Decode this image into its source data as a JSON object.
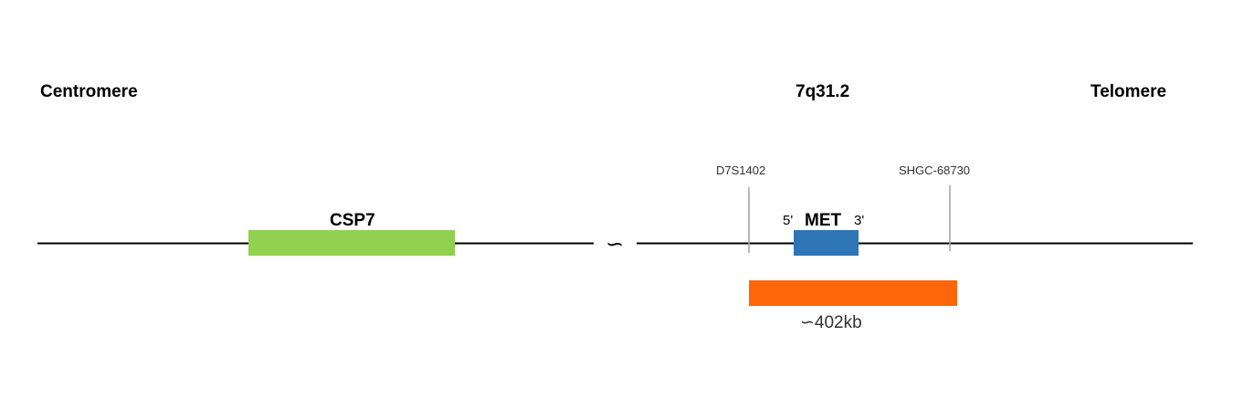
{
  "labels": {
    "centromere": "Centromere",
    "band": "7q31.2",
    "telomere": "Telomere"
  },
  "markers": {
    "left": "D7S1402",
    "right": "SHGC-68730"
  },
  "genes": {
    "csp7": "CSP7",
    "met": "MET",
    "five_prime": "5'",
    "three_prime": "3'"
  },
  "probe": {
    "size_label": "∽402kb"
  },
  "break_symbol": "∽",
  "colors": {
    "csp7_probe": "#92d050",
    "met_gene": "#2e75b6",
    "met_probe": "#ff660a",
    "line": "#000000",
    "marker_tick": "#a6a6a6"
  }
}
